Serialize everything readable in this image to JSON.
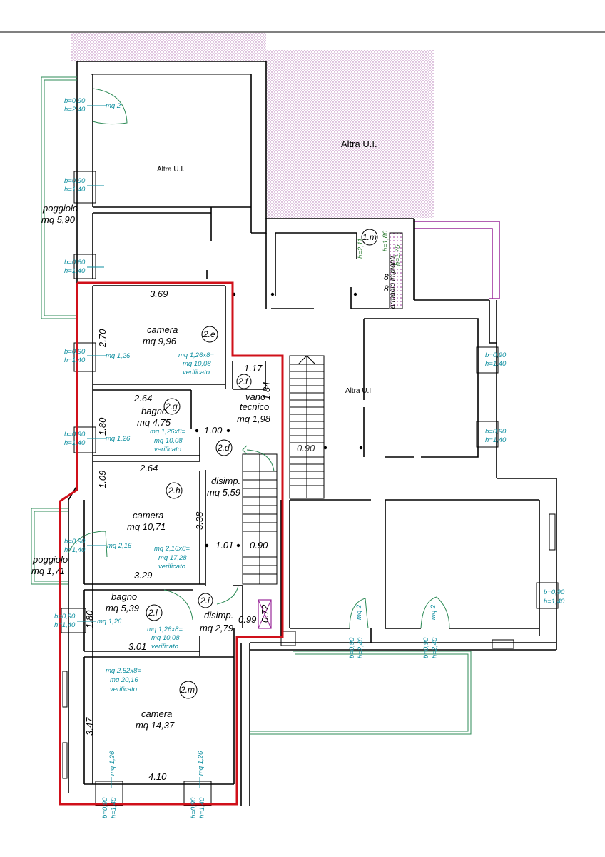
{
  "texts": {
    "altra_a": "Altra U.I.",
    "altra_b": "Altra U.I.",
    "altra_c": "Altra U.I.",
    "poggiolo1": "poggiolo",
    "poggiolo1_mq": "mq  5,90",
    "poggiolo2": "poggiolo",
    "poggiolo2_mq": "mq  1,71",
    "mq2_top": "mq  2",
    "b090_a": "b=0,90",
    "h240_a": "h=2,40",
    "b090_b": "b=0,90",
    "h140_b": "h=1,40",
    "b060_c": "b=0,60",
    "h140_c": "h=1,40",
    "r1m": "1.m",
    "h211": "h=2,11",
    "h186": "h=1,86",
    "h175": "h=1,75",
    "armadio": "armadio impianti",
    "eight_a": "8",
    "eight_b": "8",
    "cam1_w": "3.69",
    "cam1_h": "2.70",
    "cam1_name": "camera",
    "cam1_mq": "mq  9,96",
    "cam1_id": "2.e",
    "cam1_b": "b=0,90",
    "cam1_hh": "h=1,40",
    "cam1_wmq": "mq  1,26",
    "cam1_v1": "mq  1,26x8=",
    "cam1_v2": "mq  10,08",
    "cam1_v3": "verificato",
    "vano_w": "1.17",
    "vano_id": "2.f",
    "vano_name1": "vano",
    "vano_name2": "tecnico",
    "vano_mq": "mq  1,98",
    "vano_h": "1.84",
    "bagno1_w": "2.64",
    "bagno1_id": "2.g",
    "bagno1_name": "bagno",
    "bagno1_mq": "mq  4,75",
    "bagno1_h": "1.80",
    "bagno1_b": "b=0,90",
    "bagno1_hh": "h=1,40",
    "bagno1_wmq": "mq  1,26",
    "bagno1_v1": "mq  1,26x8=",
    "bagno1_v2": "mq  10,08",
    "bagno1_v3": "verificato",
    "dim_100": "1.00",
    "dis1_id": "2.d",
    "dis1_name": "disimp.",
    "dis1_mq": "mq  5,59",
    "dim_090_stair": "0.90",
    "altra_mid_b1": "b=0,90",
    "altra_mid_h1": "h=1,40",
    "altra_mid_b2": "b=0,90",
    "altra_mid_h2": "h=1,40",
    "cam2_w": "2.64",
    "cam2_h": "1.09",
    "cam2_id": "2.h",
    "cam2_name": "camera",
    "cam2_mq": "mq  10,71",
    "cam2_h2": "3.38",
    "cam2_b": "b=0,90",
    "cam2_hh": "h=1,40",
    "cam2_wmq": "mq  2,16",
    "cam2_v1": "mq  2,16x8=",
    "cam2_v2": "mq  17,28",
    "cam2_v3": "verificato",
    "cam2_bottom": "3.29",
    "dim_101": "1.01",
    "dim_090_b": "0.90",
    "bagno2_name": "bagno",
    "bagno2_mq": "mq  5,39",
    "bagno2_id": "2.l",
    "bagno2_h": "1.80",
    "bagno2_b": "b=0,90",
    "bagno2_hh": "h=1,40",
    "bagno2_wmq": "mq  1,26",
    "bagno2_v1": "mq  1,26x8=",
    "bagno2_v2": "mq  10,08",
    "bagno2_v3": "verificato",
    "bagno2_w": "3.01",
    "dis2_id": "2.i",
    "dis2_name": "disimp.",
    "dis2_mq": "mq  2,79",
    "dim_099": "0.99",
    "dim_072": "0.72",
    "right_b1": "b=0,90",
    "right_h1": "h=1,40",
    "door_b1": "b=0,90",
    "door_h1": "h=2,40",
    "door_mq1": "mq  2",
    "door_b2": "b=0,90",
    "door_h2": "h=2,40",
    "door_mq2": "mq  2",
    "cam3_v1": "mq  2,52x8=",
    "cam3_v2": "mq  20,16",
    "cam3_v3": "verificato",
    "cam3_id": "2.m",
    "cam3_name": "camera",
    "cam3_mq": "mq  14,37",
    "cam3_h": "3.47",
    "cam3_w": "4.10",
    "cam3_wmq1": "mq  1,26",
    "cam3_wmq2": "mq  1,26",
    "cam3_b1": "b=0,90",
    "cam3_h1": "h=1,40",
    "cam3_b2": "b=0,90",
    "cam3_h2": "h=1,40"
  },
  "colors": {
    "unit_outline": "#d0101a",
    "annotation": "#0f8fa0",
    "other_unit_hatch": "#9a2a9a",
    "balcony": "#2e8b57"
  }
}
